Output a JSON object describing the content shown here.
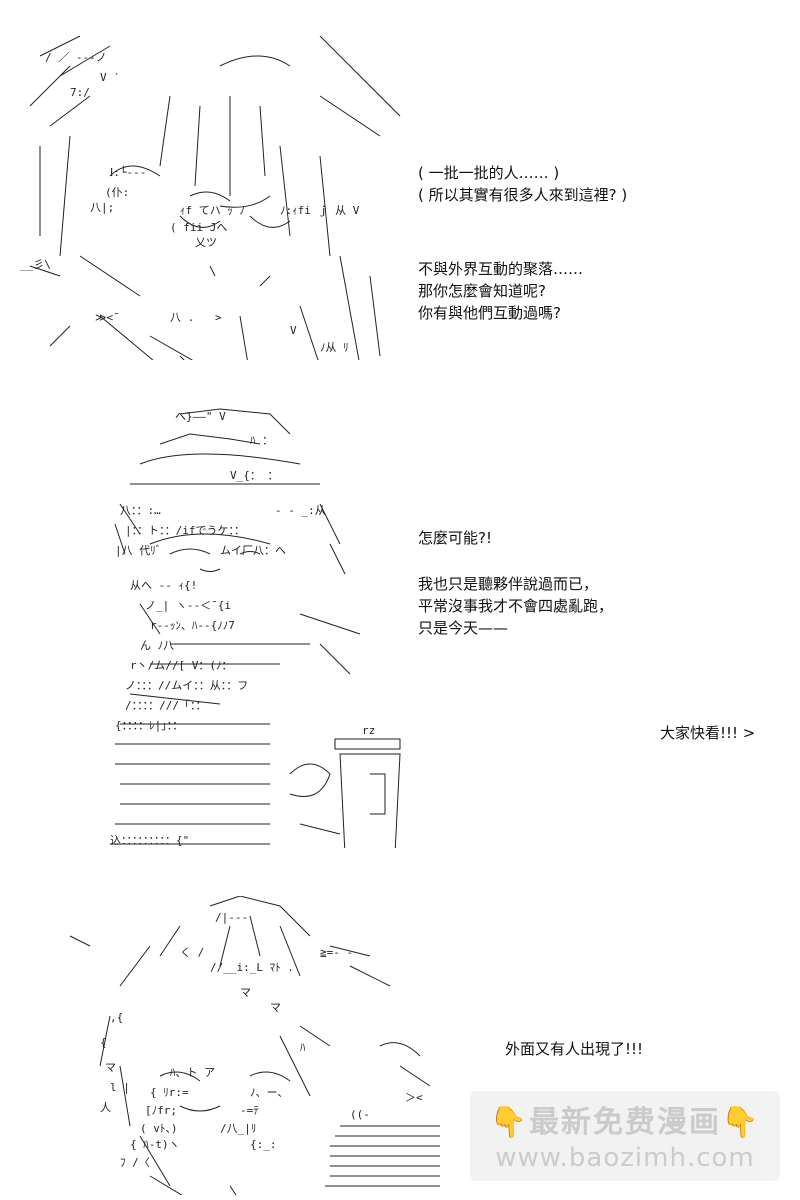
{
  "panels": [
    {
      "dialogue": [
        "( 一批一批的人…… )",
        "( 所以其實有很多人來到這裡? )",
        "",
        "不與外界互動的聚落……",
        "那你怎麼會知道呢?",
        "你有與他們互動過嗎?"
      ]
    },
    {
      "dialogue": [
        "怎麼可能?!",
        "",
        "我也只是聽夥伴說過而已，",
        "平常沒事我才不會四處亂跑，",
        "只是今天——"
      ],
      "aside": "大家快看!!! >",
      "cup_label": "rz"
    },
    {
      "dialogue": [
        "外面又有人出現了!!!"
      ]
    }
  ],
  "watermark": {
    "line1": "最新免费漫画",
    "line2": "www.baozimh.com",
    "hand_icon": "pointing-down-hand-icon",
    "hand_color": "#f5b400"
  }
}
